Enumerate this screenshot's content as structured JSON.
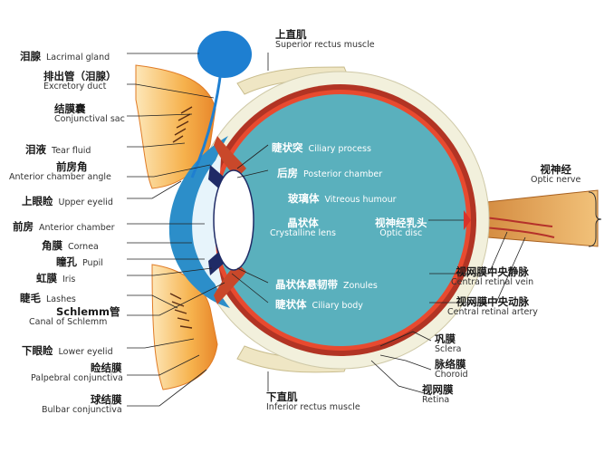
{
  "labels": {
    "lacrimal_gland": {
      "zh": "泪腺",
      "en": "Lacrimal gland"
    },
    "excretory_duct": {
      "zh": "排出管（泪腺）",
      "en": "Excretory duct"
    },
    "conjunctival_sac": {
      "zh": "结膜囊",
      "en": "Conjunctival sac"
    },
    "tear_fluid": {
      "zh": "泪液",
      "en": "Tear fluid"
    },
    "anterior_chamber_angle": {
      "zh": "前房角",
      "en": "Anterior chamber angle"
    },
    "upper_eyelid": {
      "zh": "上眼睑",
      "en": "Upper eyelid"
    },
    "anterior_chamber": {
      "zh": "前房",
      "en": "Anterior chamber"
    },
    "cornea": {
      "zh": "角膜",
      "en": "Cornea"
    },
    "pupil": {
      "zh": "瞳孔",
      "en": "Pupil"
    },
    "iris": {
      "zh": "虹膜",
      "en": "Iris"
    },
    "lashes": {
      "zh": "睫毛",
      "en": "Lashes"
    },
    "schlemm": {
      "zh": "Schlemm管",
      "en": "Canal of Schlemm"
    },
    "lower_eyelid": {
      "zh": "下眼睑",
      "en": "Lower eyelid"
    },
    "palpebral_conjunctiva": {
      "zh": "睑结膜",
      "en": "Palpebral conjunctiva"
    },
    "bulbar_conjunctiva": {
      "zh": "球结膜",
      "en": "Bulbar conjunctiva"
    },
    "superior_rectus": {
      "zh": "上直肌",
      "en": "Superior rectus muscle"
    },
    "inferior_rectus": {
      "zh": "下直肌",
      "en": "Inferior rectus muscle"
    },
    "ciliary_process": {
      "zh": "睫状突",
      "en": "Ciliary process"
    },
    "posterior_chamber": {
      "zh": "后房",
      "en": "Posterior chamber"
    },
    "vitreous": {
      "zh": "玻璃体",
      "en": "Vitreous humour"
    },
    "lens": {
      "zh": "晶状体",
      "en": "Crystalline lens"
    },
    "optic_disc": {
      "zh": "视神经乳头",
      "en": "Optic disc"
    },
    "zonules": {
      "zh": "晶状体悬韧带",
      "en": "Zonules"
    },
    "ciliary_body": {
      "zh": "睫状体",
      "en": "Ciliary body"
    },
    "optic_nerve": {
      "zh": "视神经",
      "en": "Optic nerve"
    },
    "central_retinal_vein": {
      "zh": "视网膜中央静脉",
      "en": "Central retinal vein"
    },
    "central_retinal_artery": {
      "zh": "视网膜中央动脉",
      "en": "Central retinal artery"
    },
    "sclera": {
      "zh": "巩膜",
      "en": "Sclera"
    },
    "choroid": {
      "zh": "脉络膜",
      "en": "Choroid"
    },
    "retina": {
      "zh": "视网膜",
      "en": "Retina"
    }
  },
  "colors": {
    "vitreous": "#5ab0bd",
    "retina": "#d9332a",
    "sclera": "#f2f0dc",
    "cornea": "#2c8ec9",
    "gland": "#1e7fd1",
    "eyelid": "#f4a640",
    "muscle": "#efe6c4"
  }
}
